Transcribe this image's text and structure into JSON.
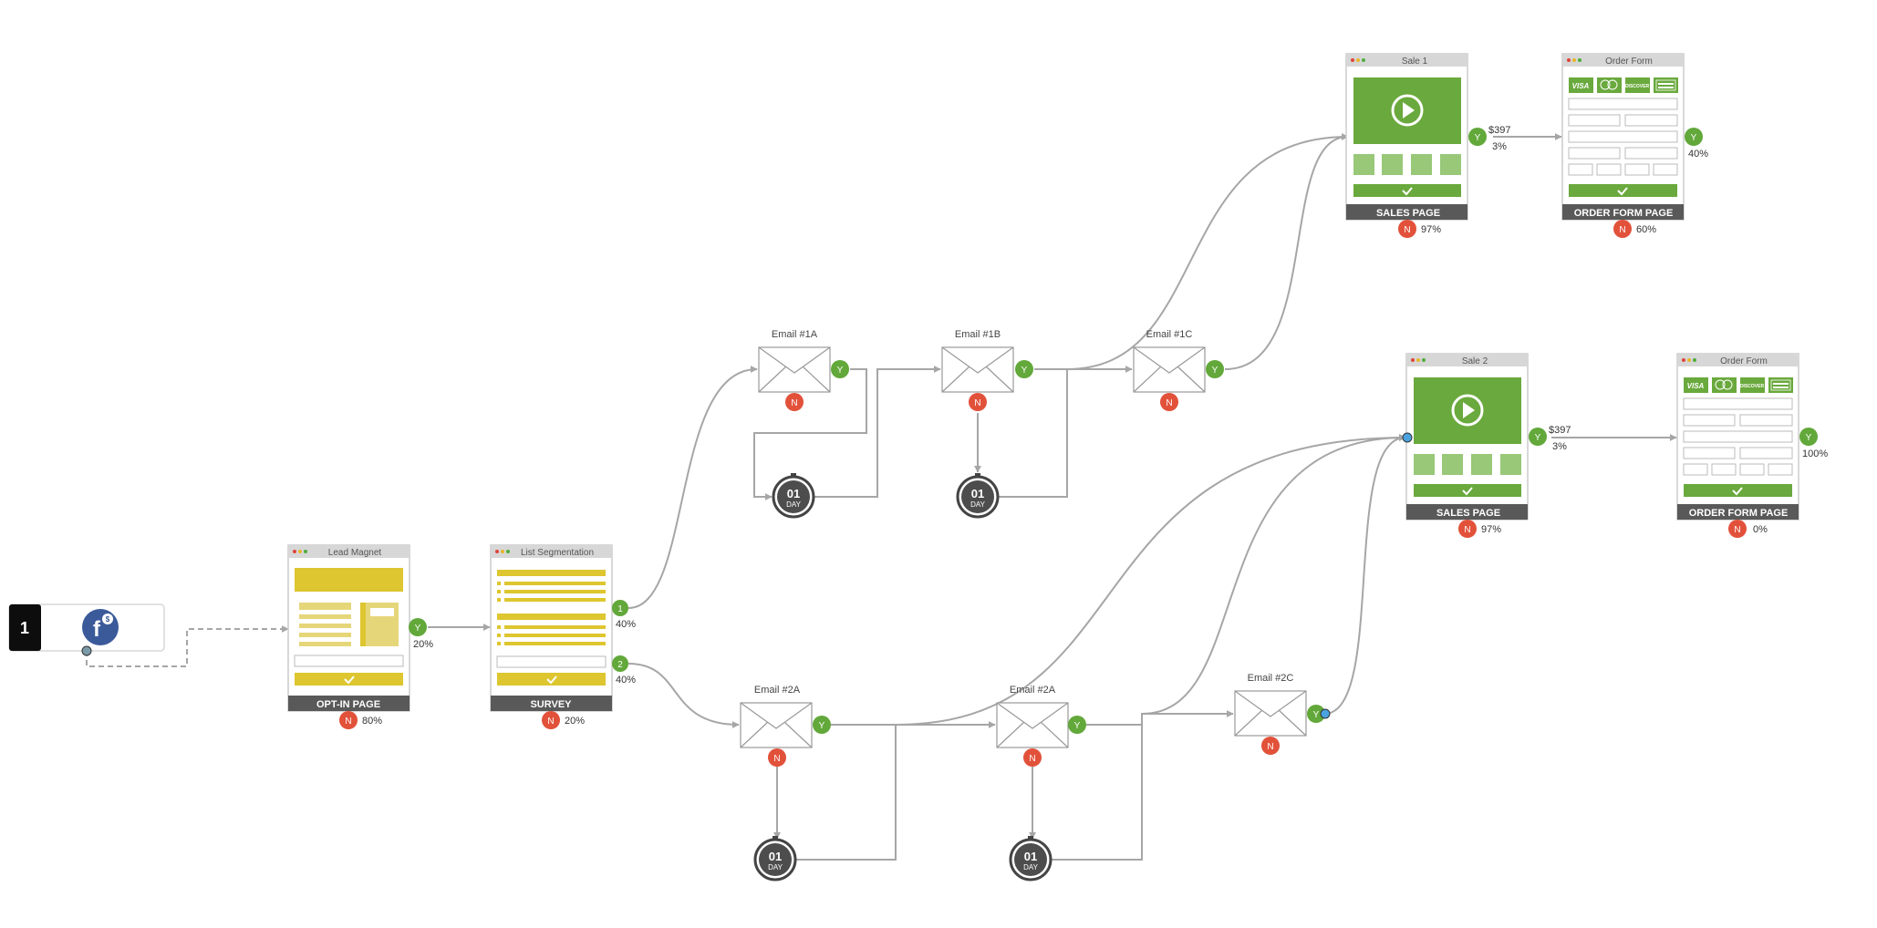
{
  "source": {
    "step_number": "1",
    "icon": "facebook-ads-icon"
  },
  "pages": {
    "optin": {
      "header": "Lead Magnet",
      "footer": "OPT-IN PAGE",
      "yes_pct": "20%",
      "no_pct": "80%"
    },
    "survey": {
      "header": "List Segmentation",
      "footer": "SURVEY",
      "out1_label": "1",
      "out1_pct": "40%",
      "out2_label": "2",
      "out2_pct": "40%",
      "no_pct": "20%"
    },
    "sales1": {
      "header": "Sale 1",
      "footer": "SALES PAGE",
      "price": "$397",
      "yes_pct": "3%",
      "no_pct": "97%"
    },
    "order1": {
      "header": "Order Form",
      "footer": "ORDER FORM PAGE",
      "yes_pct": "40%",
      "no_pct": "60%"
    },
    "sales2": {
      "header": "Sale 2",
      "footer": "SALES PAGE",
      "price": "$397",
      "yes_pct": "3%",
      "no_pct": "97%"
    },
    "order2": {
      "header": "Order Form",
      "footer": "ORDER FORM PAGE",
      "yes_pct": "100%",
      "no_pct": "0%"
    }
  },
  "emails": {
    "e1a": "Email #1A",
    "e1b": "Email #1B",
    "e1c": "Email #1C",
    "e2a": "Email #2A",
    "e2a2": "Email #2A",
    "e2c": "Email #2C"
  },
  "delay": {
    "number": "01",
    "unit": "DAY"
  },
  "badges": {
    "yes": "Y",
    "no": "N"
  },
  "card_brands": [
    "VISA",
    "mastercard",
    "DISCOVER",
    "AMERICAN EXPRESS"
  ],
  "colors": {
    "yes_green": "#62a83a",
    "no_red": "#e2513a",
    "optin_yellow": "#ddc62f",
    "sales_green": "#6aa93d",
    "facebook_blue": "#3b5a9a",
    "connector": "#a6a6a6",
    "footer_dark": "#595959"
  }
}
